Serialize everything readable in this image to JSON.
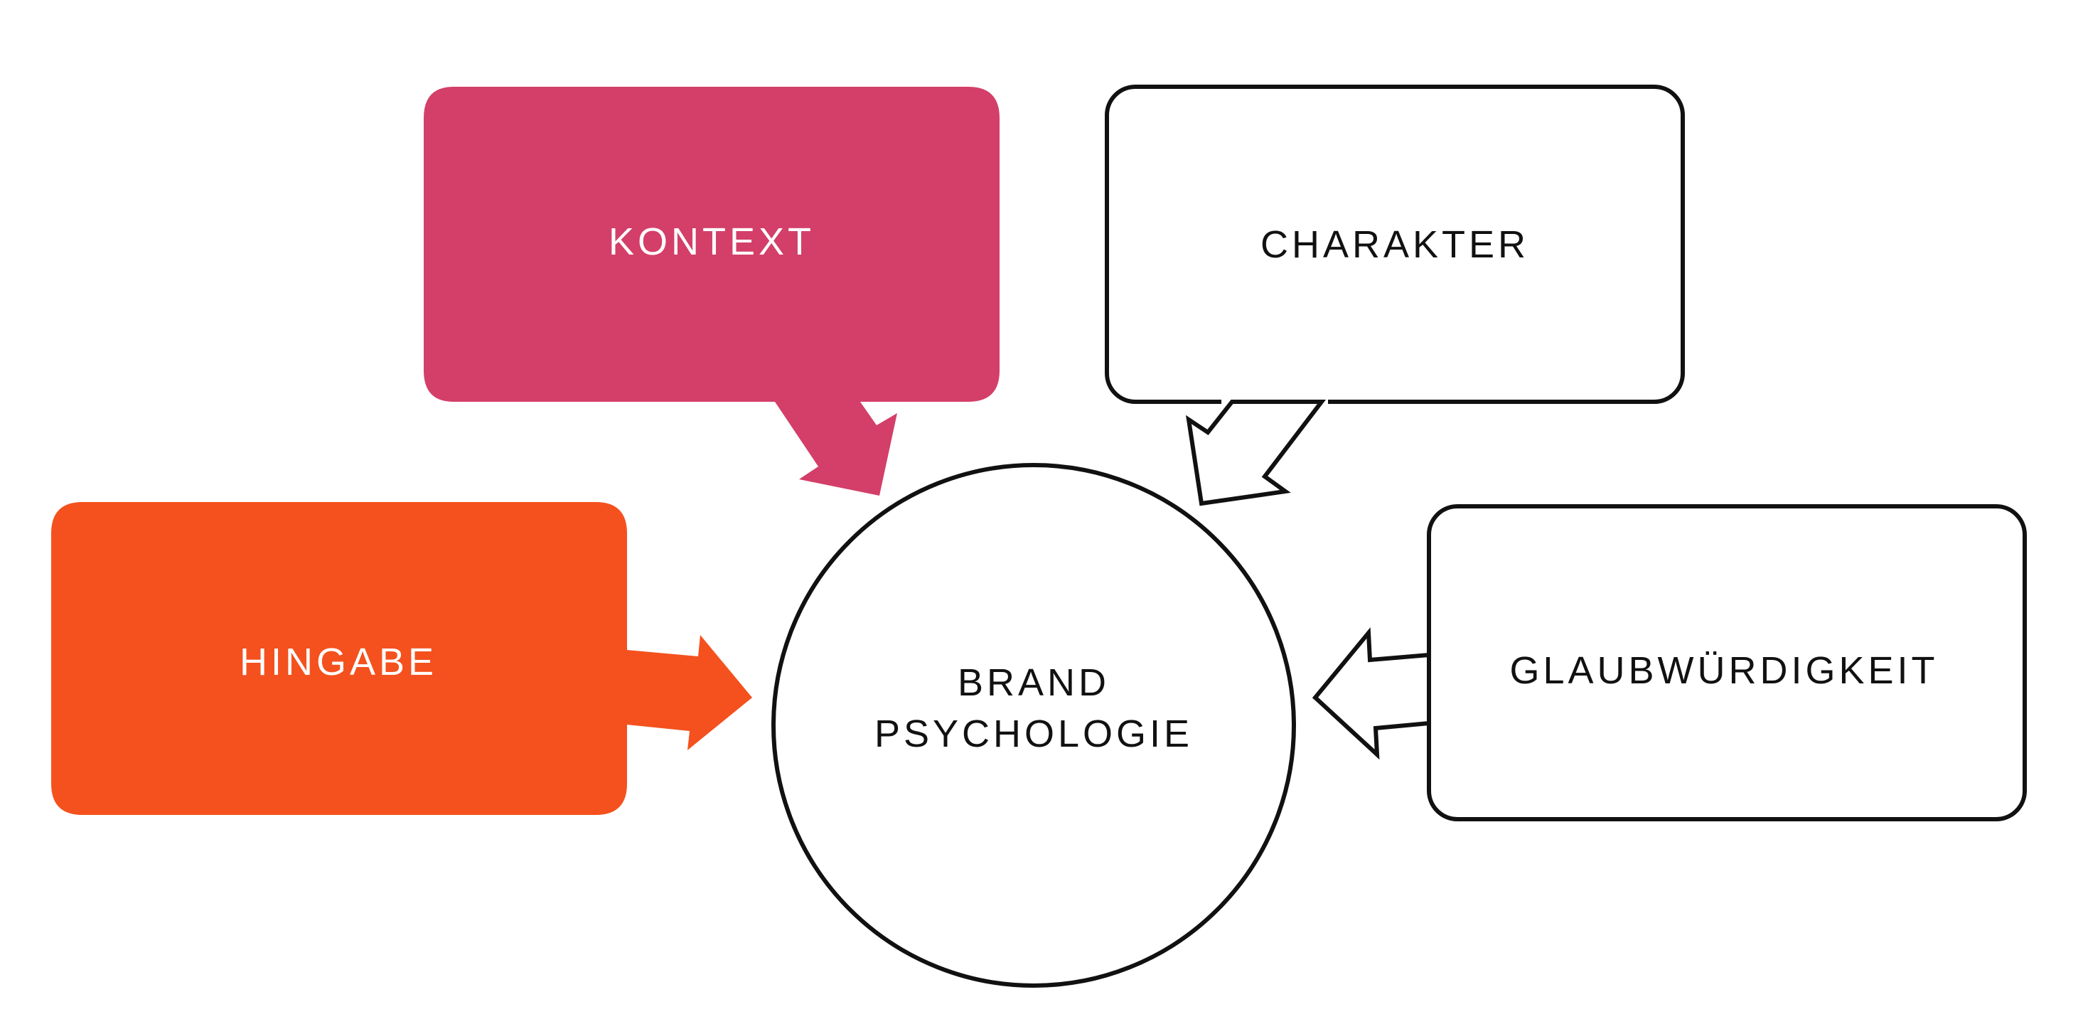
{
  "diagram": {
    "center": {
      "line1": "BRAND",
      "line2": "PSYCHOLOGIE"
    },
    "nodes": {
      "kontext": {
        "label": "KONTEXT",
        "fill": "#d33f69",
        "text_color": "#ffffff"
      },
      "charakter": {
        "label": "CHARAKTER",
        "fill": "#ffffff",
        "text_color": "#111111"
      },
      "hingabe": {
        "label": "HINGABE",
        "fill": "#f4511e",
        "text_color": "#ffffff"
      },
      "glaubwuerdigkeit": {
        "label": "GLAUBWÜRDIGKEIT",
        "fill": "#ffffff",
        "text_color": "#111111"
      }
    },
    "colors": {
      "outline": "#111111",
      "background": "#ffffff"
    }
  }
}
